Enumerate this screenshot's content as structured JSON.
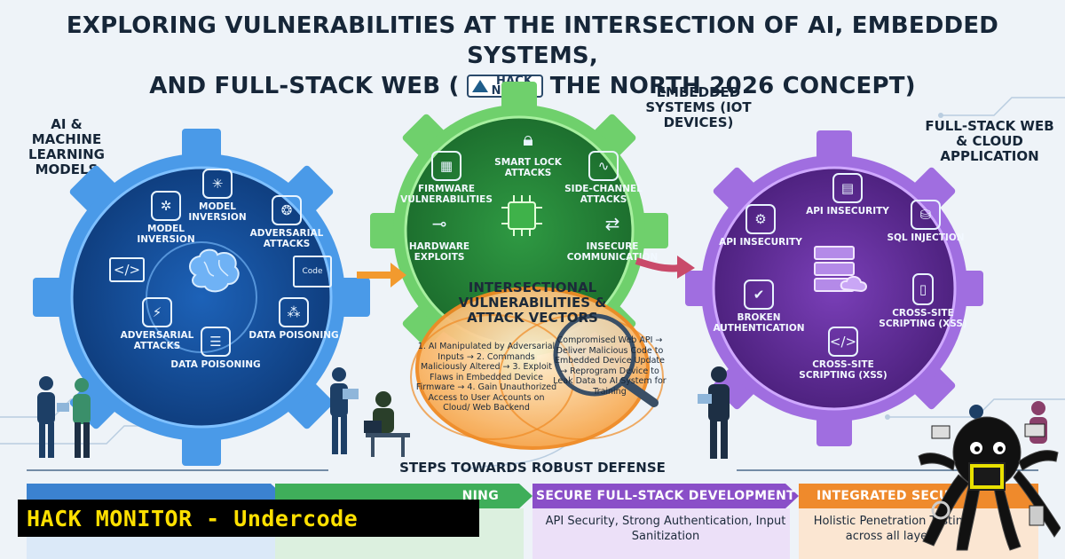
{
  "header": {
    "line1": "EXPLORING VULNERABILITIES AT THE INTERSECTION OF AI, EMBEDDED SYSTEMS,",
    "line2_pre": "AND FULL-STACK WEB (",
    "logo_top": "HACK",
    "logo_bottom": "NORTH",
    "line2_post": "THE NORTH 2026 CONCEPT)"
  },
  "gears": {
    "ai": {
      "label": "AI & MACHINE LEARNING MODELS",
      "color": "#2f7fd0",
      "nodes": [
        "MODEL INVERSION",
        "MODEL INVERSION",
        "ADVERSARIAL ATTACKS",
        "ADVERSARIAL ATTACKS",
        "DATA POISONING",
        "DATA POISONING"
      ],
      "code_text": "Code"
    },
    "embedded": {
      "label": "EMBEDDED SYSTEMS (IOT DEVICES)",
      "color": "#46b04a",
      "nodes": [
        "SMART LOCK ATTACKS",
        "FIRMWARE VULNERABILITIES",
        "SIDE-CHANNEL ATTACKS",
        "HARDWARE EXPLOITS",
        "INSECURE COMMUNICATION"
      ]
    },
    "web": {
      "label": "FULL-STACK WEB & CLOUD APPLICATION",
      "color": "#8a4fc8",
      "nodes": [
        "API INSECURITY",
        "API INSECURITY",
        "SQL INJECTION",
        "BROKEN AUTHENTICATION",
        "CROSS-SITE SCRIPTING (XSS)",
        "CROSS-SITE SCRIPTING (XSS)"
      ]
    }
  },
  "venn": {
    "title": "INTERSECTIONAL VULNERABILITIES & ATTACK VECTORS",
    "left_text": "1. AI Manipulated by Adversarial Inputs → 2. Commands Maliciously Altered → 3. Exploit Flaws in Embedded Device Firmware → 4. Gain Unauthorized Access to User Accounts on Cloud/ Web Backend",
    "right_text": "Compromised Web API → Deliver Malicious Code to Embedded Device Update → Reprogram Device to Leak Data to AI System for Training"
  },
  "defense": {
    "title": "STEPS TOWARDS ROBUST DEFENSE",
    "steps": [
      {
        "head": "",
        "body": "",
        "color": "#3b82d0"
      },
      {
        "head": "NING",
        "body": "",
        "color": "#3fae5a"
      },
      {
        "head": "SECURE FULL-STACK DEVELOPMENT",
        "body": "API Security, Strong Authentication, Input Sanitization",
        "color": "#8a4fc8"
      },
      {
        "head": "INTEGRATED SECU",
        "body": "Holistic Penetration Testing across all layers",
        "color": "#ef8a2c"
      }
    ]
  },
  "banner": {
    "text": "HACK MONITOR - Undercode"
  }
}
